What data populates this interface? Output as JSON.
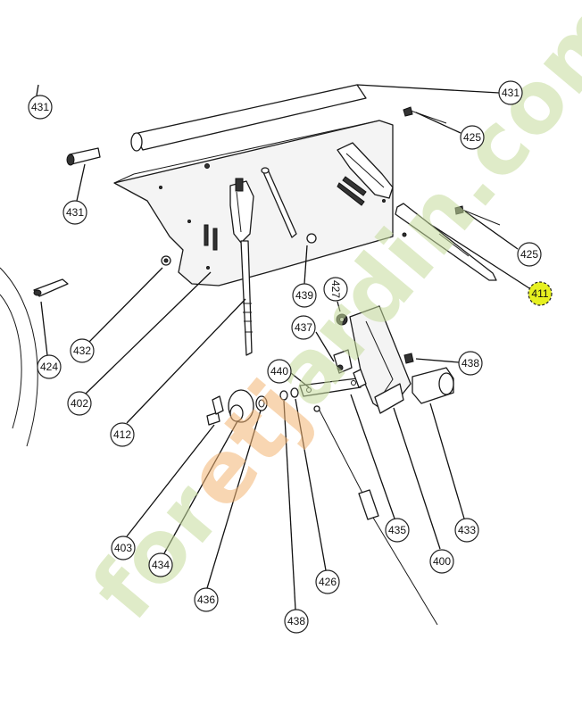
{
  "watermark": {
    "text": "foretjardin.com",
    "colors": {
      "main": "#c5dc9c",
      "accent": "#f4b574"
    }
  },
  "highlight_color": "#e6f020",
  "callouts": [
    {
      "id": "c431a",
      "label": "431"
    },
    {
      "id": "c431b",
      "label": "431"
    },
    {
      "id": "c431c",
      "label": "431"
    },
    {
      "id": "c425a",
      "label": "425"
    },
    {
      "id": "c425b",
      "label": "425"
    },
    {
      "id": "c411",
      "label": "411",
      "highlighted": true
    },
    {
      "id": "c432",
      "label": "432"
    },
    {
      "id": "c439",
      "label": "439"
    },
    {
      "id": "c427",
      "label": "427"
    },
    {
      "id": "c437",
      "label": "437"
    },
    {
      "id": "c424",
      "label": "424"
    },
    {
      "id": "c402",
      "label": "402"
    },
    {
      "id": "c440",
      "label": "440"
    },
    {
      "id": "c438a",
      "label": "438"
    },
    {
      "id": "c412",
      "label": "412"
    },
    {
      "id": "c403",
      "label": "403"
    },
    {
      "id": "c435",
      "label": "435"
    },
    {
      "id": "c433",
      "label": "433"
    },
    {
      "id": "c434",
      "label": "434"
    },
    {
      "id": "c400",
      "label": "400"
    },
    {
      "id": "c426",
      "label": "426"
    },
    {
      "id": "c436",
      "label": "436"
    },
    {
      "id": "c438b",
      "label": "438"
    }
  ]
}
